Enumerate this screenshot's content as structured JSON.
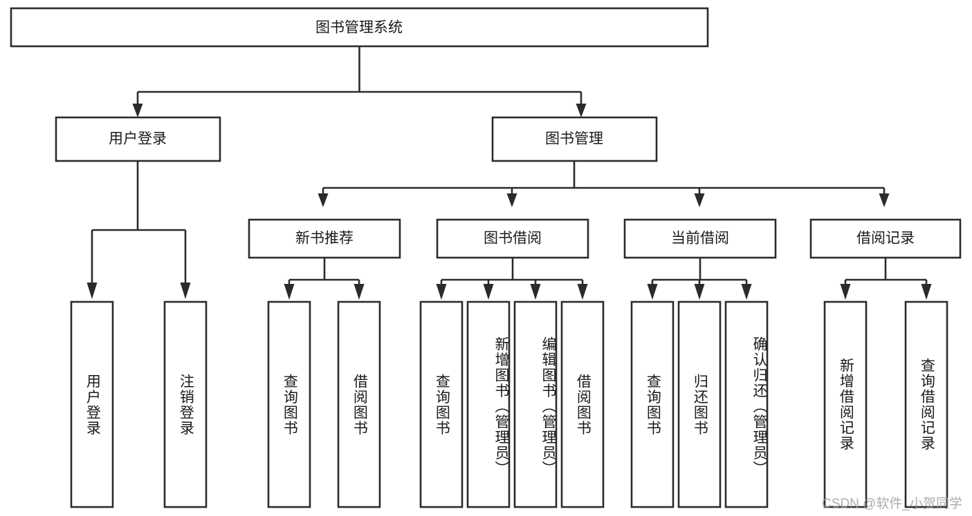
{
  "diagram": {
    "title": "图书管理系统",
    "type": "tree-hierarchy-flowchart",
    "orientation": "top-down",
    "colors": {
      "node_stroke": "#2b2b2b",
      "node_fill": "#ffffff",
      "connector": "#2b2b2b",
      "text": "#1a1a1a",
      "background": "#ffffff",
      "watermark": "#9a9a9a"
    },
    "root": {
      "label": "图书管理系统"
    },
    "level2": [
      {
        "label": "用户登录"
      },
      {
        "label": "图书管理"
      }
    ],
    "level3": [
      {
        "label": "新书推荐"
      },
      {
        "label": "图书借阅"
      },
      {
        "label": "当前借阅"
      },
      {
        "label": "借阅记录"
      }
    ],
    "leaves": {
      "user_login": [
        {
          "label": "用户登录"
        },
        {
          "label": "注销登录"
        }
      ],
      "new_book_recommend": [
        {
          "label": "查询图书"
        },
        {
          "label": "借阅图书"
        }
      ],
      "book_borrow": [
        {
          "label": "查询图书"
        },
        {
          "label": "新增图书（管理员）"
        },
        {
          "label": "编辑图书（管理员）"
        },
        {
          "label": "借阅图书"
        }
      ],
      "current_borrow": [
        {
          "label": "查询图书"
        },
        {
          "label": "归还图书"
        },
        {
          "label": "确认归还（管理员）"
        }
      ],
      "borrow_record": [
        {
          "label": "新增借阅记录"
        },
        {
          "label": "查询借阅记录"
        }
      ]
    }
  },
  "watermark": {
    "text": "CSDN @软件_小贺同学"
  }
}
